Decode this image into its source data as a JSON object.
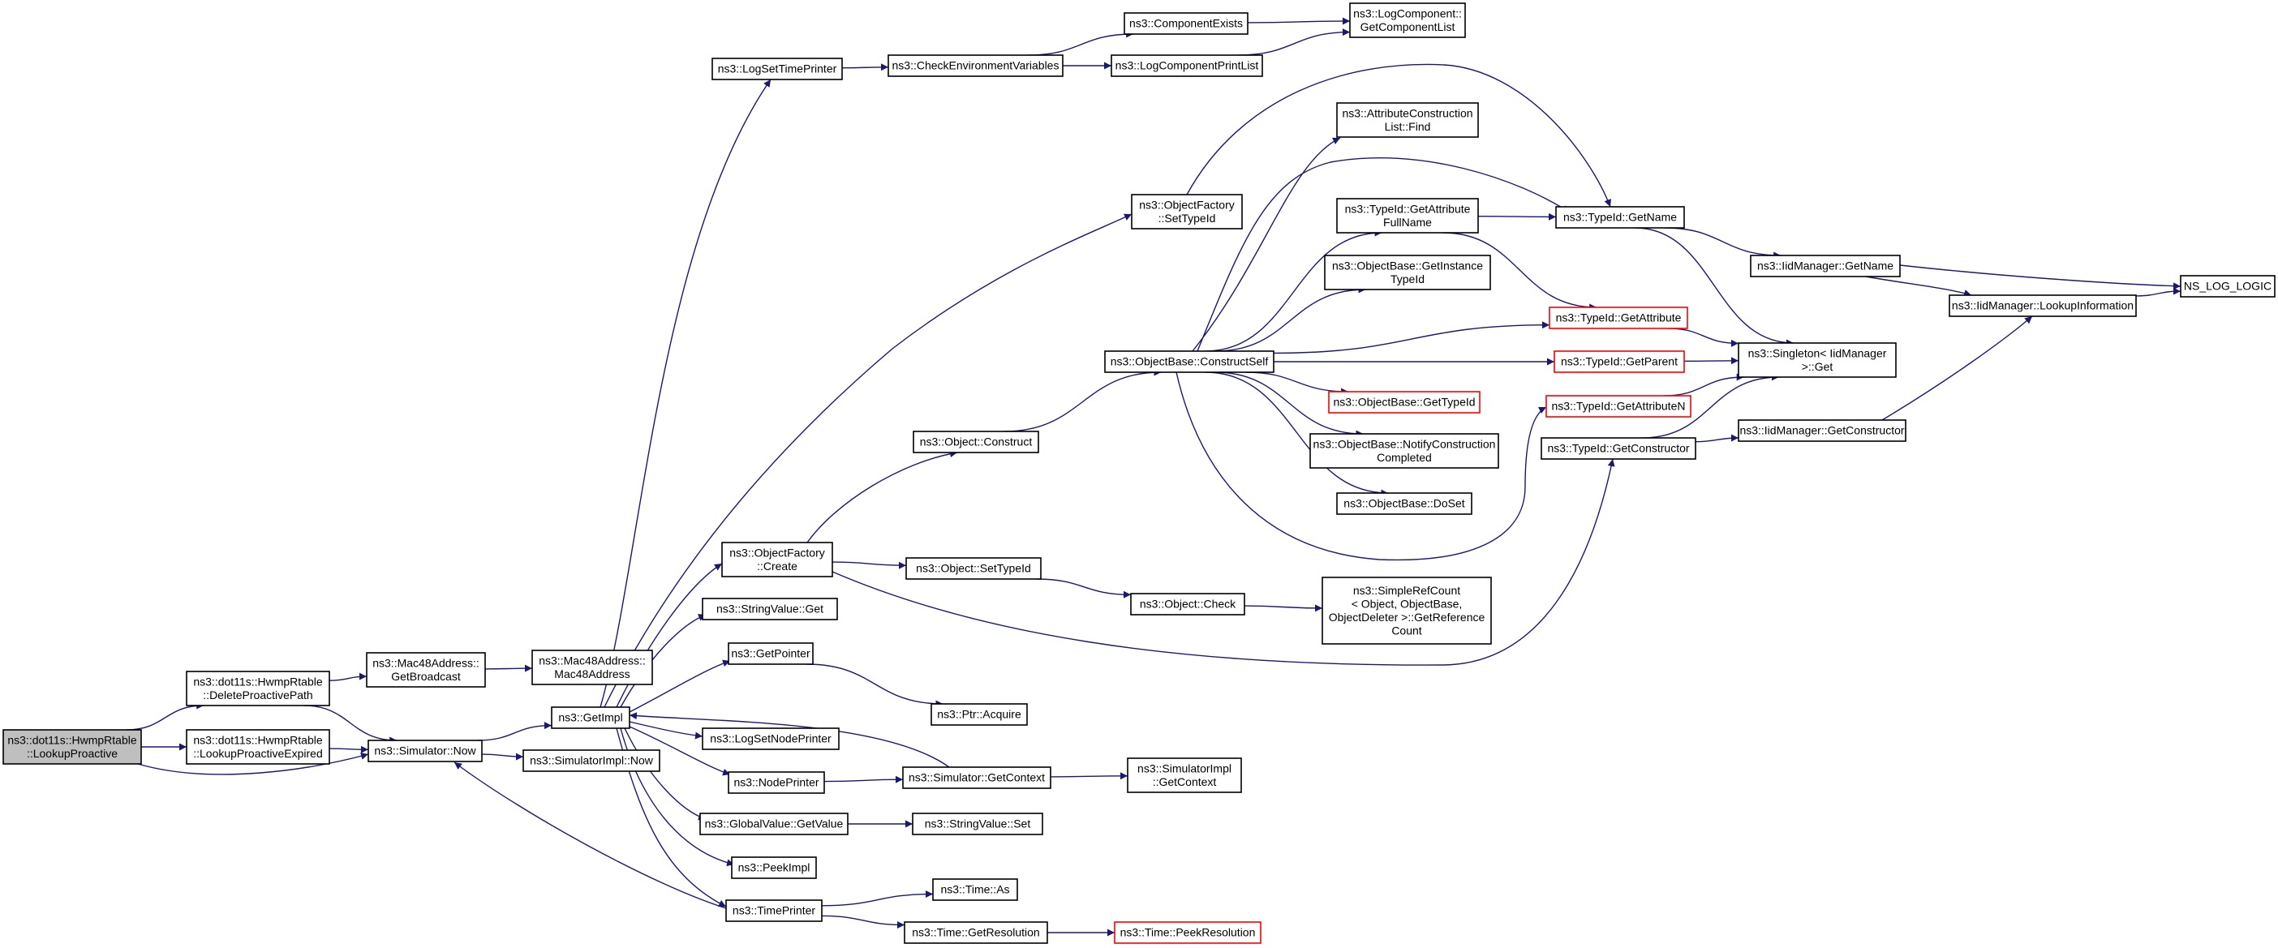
{
  "colors": {
    "edge": "#191970",
    "node_border": "#000000",
    "node_border_truncated": "#ff0000",
    "root_fill": "#bfbfbf",
    "background": "#ffffff"
  },
  "nodes": [
    {
      "id": "lookup_proactive",
      "lines": [
        "ns3::dot11s::HwmpRtable",
        "::LookupProactive"
      ],
      "style": "root"
    },
    {
      "id": "delete_proactive",
      "lines": [
        "ns3::dot11s::HwmpRtable",
        "::DeleteProactivePath"
      ]
    },
    {
      "id": "lookup_proactive_expired",
      "lines": [
        "ns3::dot11s::HwmpRtable",
        "::LookupProactiveExpired"
      ]
    },
    {
      "id": "mac48_getbroadcast",
      "lines": [
        "ns3::Mac48Address::",
        "GetBroadcast"
      ]
    },
    {
      "id": "mac48_ctor",
      "lines": [
        "ns3::Mac48Address::",
        "Mac48Address"
      ]
    },
    {
      "id": "simulator_now",
      "lines": [
        "ns3::Simulator::Now"
      ]
    },
    {
      "id": "getimpl",
      "lines": [
        "ns3::GetImpl"
      ]
    },
    {
      "id": "simulatorimpl_now",
      "lines": [
        "ns3::SimulatorImpl::Now"
      ]
    },
    {
      "id": "logsettimeprinter",
      "lines": [
        "ns3::LogSetTimePrinter"
      ]
    },
    {
      "id": "checkenv",
      "lines": [
        "ns3::CheckEnvironmentVariables"
      ]
    },
    {
      "id": "componentexists",
      "lines": [
        "ns3::ComponentExists"
      ]
    },
    {
      "id": "logcomponentprintlist",
      "lines": [
        "ns3::LogComponentPrintList"
      ]
    },
    {
      "id": "getcomponentlist",
      "lines": [
        "ns3::LogComponent::",
        "GetComponentList"
      ]
    },
    {
      "id": "objfactory_settypeid",
      "lines": [
        "ns3::ObjectFactory",
        "::SetTypeId"
      ]
    },
    {
      "id": "objfactory_create",
      "lines": [
        "ns3::ObjectFactory",
        "::Create"
      ]
    },
    {
      "id": "stringvalue_get",
      "lines": [
        "ns3::StringValue::Get"
      ]
    },
    {
      "id": "getpointer",
      "lines": [
        "ns3::GetPointer"
      ]
    },
    {
      "id": "ptr_acquire",
      "lines": [
        "ns3::Ptr::Acquire"
      ]
    },
    {
      "id": "logsetnodeprinter",
      "lines": [
        "ns3::LogSetNodePrinter"
      ]
    },
    {
      "id": "nodeprinter",
      "lines": [
        "ns3::NodePrinter"
      ]
    },
    {
      "id": "simulator_getcontext",
      "lines": [
        "ns3::Simulator::GetContext"
      ]
    },
    {
      "id": "simulatorimpl_getcontext",
      "lines": [
        "ns3::SimulatorImpl",
        "::GetContext"
      ]
    },
    {
      "id": "globalvalue_getvalue",
      "lines": [
        "ns3::GlobalValue::GetValue"
      ]
    },
    {
      "id": "stringvalue_set",
      "lines": [
        "ns3::StringValue::Set"
      ]
    },
    {
      "id": "peekimpl",
      "lines": [
        "ns3::PeekImpl"
      ]
    },
    {
      "id": "timeprinter",
      "lines": [
        "ns3::TimePrinter"
      ]
    },
    {
      "id": "time_as",
      "lines": [
        "ns3::Time::As"
      ]
    },
    {
      "id": "time_getresolution",
      "lines": [
        "ns3::Time::GetResolution"
      ]
    },
    {
      "id": "time_peekresolution",
      "lines": [
        "ns3::Time::PeekResolution"
      ],
      "style": "red"
    },
    {
      "id": "object_construct",
      "lines": [
        "ns3::Object::Construct"
      ]
    },
    {
      "id": "object_settypeid",
      "lines": [
        "ns3::Object::SetTypeId"
      ]
    },
    {
      "id": "object_check",
      "lines": [
        "ns3::Object::Check"
      ]
    },
    {
      "id": "simplerefcount",
      "lines": [
        "ns3::SimpleRefCount",
        "< Object, ObjectBase,",
        "ObjectDeleter >::GetReference",
        "Count"
      ]
    },
    {
      "id": "objectbase_constructself",
      "lines": [
        "ns3::ObjectBase::ConstructSelf"
      ]
    },
    {
      "id": "attrconstructionlist_find",
      "lines": [
        "ns3::AttributeConstruction",
        "List::Find"
      ]
    },
    {
      "id": "typeid_getattributefullname",
      "lines": [
        "ns3::TypeId::GetAttribute",
        "FullName"
      ]
    },
    {
      "id": "objectbase_getinstancetypeid",
      "lines": [
        "ns3::ObjectBase::GetInstance",
        "TypeId"
      ]
    },
    {
      "id": "objectbase_gettypeid",
      "lines": [
        "ns3::ObjectBase::GetTypeId"
      ],
      "style": "red"
    },
    {
      "id": "objectbase_notifyconstructioncompleted",
      "lines": [
        "ns3::ObjectBase::NotifyConstruction",
        "Completed"
      ]
    },
    {
      "id": "objectbase_doset",
      "lines": [
        "ns3::ObjectBase::DoSet"
      ]
    },
    {
      "id": "typeid_getname",
      "lines": [
        "ns3::TypeId::GetName"
      ]
    },
    {
      "id": "typeid_getattribute",
      "lines": [
        "ns3::TypeId::GetAttribute"
      ],
      "style": "red"
    },
    {
      "id": "typeid_getparent",
      "lines": [
        "ns3::TypeId::GetParent"
      ],
      "style": "red"
    },
    {
      "id": "typeid_getattributen",
      "lines": [
        "ns3::TypeId::GetAttributeN"
      ],
      "style": "red"
    },
    {
      "id": "typeid_getconstructor",
      "lines": [
        "ns3::TypeId::GetConstructor"
      ]
    },
    {
      "id": "iidmanager_getname",
      "lines": [
        "ns3::IidManager::GetName"
      ]
    },
    {
      "id": "iidmanager_lookupinformation",
      "lines": [
        "ns3::IidManager::LookupInformation"
      ]
    },
    {
      "id": "iidmanager_getconstructor",
      "lines": [
        "ns3::IidManager::GetConstructor"
      ]
    },
    {
      "id": "singleton_get",
      "lines": [
        "ns3::Singleton< IidManager",
        ">::Get"
      ]
    },
    {
      "id": "ns_log_logic",
      "lines": [
        "NS_LOG_LOGIC"
      ]
    }
  ],
  "edges": [
    [
      "lookup_proactive",
      "delete_proactive"
    ],
    [
      "lookup_proactive",
      "lookup_proactive_expired"
    ],
    [
      "lookup_proactive",
      "simulator_now"
    ],
    [
      "delete_proactive",
      "mac48_getbroadcast"
    ],
    [
      "delete_proactive",
      "simulator_now"
    ],
    [
      "lookup_proactive_expired",
      "simulator_now"
    ],
    [
      "mac48_getbroadcast",
      "mac48_ctor"
    ],
    [
      "simulator_now",
      "getimpl"
    ],
    [
      "simulator_now",
      "simulatorimpl_now"
    ],
    [
      "getimpl",
      "logsettimeprinter"
    ],
    [
      "getimpl",
      "objfactory_settypeid"
    ],
    [
      "getimpl",
      "objfactory_create"
    ],
    [
      "getimpl",
      "stringvalue_get"
    ],
    [
      "getimpl",
      "getpointer"
    ],
    [
      "getimpl",
      "logsetnodeprinter"
    ],
    [
      "getimpl",
      "nodeprinter"
    ],
    [
      "getimpl",
      "globalvalue_getvalue"
    ],
    [
      "getimpl",
      "peekimpl"
    ],
    [
      "getimpl",
      "timeprinter"
    ],
    [
      "simulator_getcontext",
      "getimpl"
    ],
    [
      "timeprinter",
      "simulator_now"
    ],
    [
      "logsettimeprinter",
      "checkenv"
    ],
    [
      "checkenv",
      "componentexists"
    ],
    [
      "checkenv",
      "logcomponentprintlist"
    ],
    [
      "componentexists",
      "getcomponentlist"
    ],
    [
      "logcomponentprintlist",
      "getcomponentlist"
    ],
    [
      "objfactory_settypeid",
      "typeid_getname"
    ],
    [
      "objfactory_create",
      "object_construct"
    ],
    [
      "objfactory_create",
      "object_settypeid"
    ],
    [
      "objfactory_create",
      "typeid_getconstructor"
    ],
    [
      "getpointer",
      "ptr_acquire"
    ],
    [
      "nodeprinter",
      "simulator_getcontext"
    ],
    [
      "simulator_getcontext",
      "simulatorimpl_getcontext"
    ],
    [
      "globalvalue_getvalue",
      "stringvalue_set"
    ],
    [
      "timeprinter",
      "time_as"
    ],
    [
      "timeprinter",
      "time_getresolution"
    ],
    [
      "time_getresolution",
      "time_peekresolution"
    ],
    [
      "object_construct",
      "objectbase_constructself"
    ],
    [
      "object_settypeid",
      "object_check"
    ],
    [
      "object_check",
      "simplerefcount"
    ],
    [
      "objectbase_constructself",
      "attrconstructionlist_find"
    ],
    [
      "objectbase_constructself",
      "typeid_getname"
    ],
    [
      "objectbase_constructself",
      "typeid_getattributefullname"
    ],
    [
      "objectbase_constructself",
      "objectbase_getinstancetypeid"
    ],
    [
      "objectbase_constructself",
      "typeid_getattribute"
    ],
    [
      "objectbase_constructself",
      "typeid_getparent"
    ],
    [
      "objectbase_constructself",
      "objectbase_gettypeid"
    ],
    [
      "objectbase_constructself",
      "objectbase_notifyconstructioncompleted"
    ],
    [
      "objectbase_constructself",
      "objectbase_doset"
    ],
    [
      "objectbase_constructself",
      "typeid_getattributen"
    ],
    [
      "typeid_getattributefullname",
      "typeid_getname"
    ],
    [
      "typeid_getattributefullname",
      "typeid_getattribute"
    ],
    [
      "typeid_getname",
      "iidmanager_getname"
    ],
    [
      "typeid_getname",
      "singleton_get"
    ],
    [
      "typeid_getattribute",
      "singleton_get"
    ],
    [
      "typeid_getparent",
      "singleton_get"
    ],
    [
      "typeid_getattributen",
      "singleton_get"
    ],
    [
      "typeid_getconstructor",
      "singleton_get"
    ],
    [
      "typeid_getconstructor",
      "iidmanager_getconstructor"
    ],
    [
      "iidmanager_getname",
      "ns_log_logic"
    ],
    [
      "iidmanager_getname",
      "iidmanager_lookupinformation"
    ],
    [
      "iidmanager_lookupinformation",
      "ns_log_logic"
    ],
    [
      "iidmanager_getconstructor",
      "iidmanager_lookupinformation"
    ]
  ]
}
